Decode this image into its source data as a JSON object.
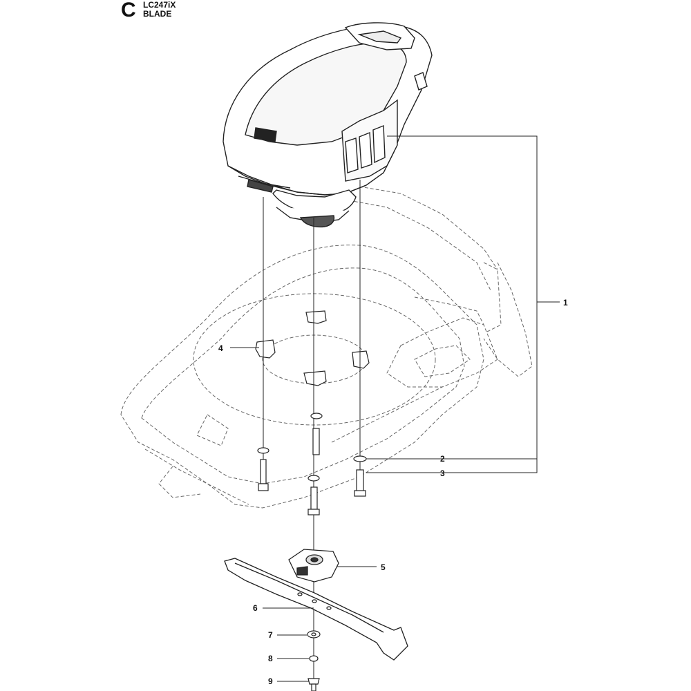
{
  "header": {
    "section_letter": "C",
    "model": "LC247iX",
    "title": "BLADE"
  },
  "callouts": [
    {
      "id": "1",
      "text": "1"
    },
    {
      "id": "2",
      "text": "2"
    },
    {
      "id": "3",
      "text": "3"
    },
    {
      "id": "4",
      "text": "4"
    },
    {
      "id": "5",
      "text": "5"
    },
    {
      "id": "6",
      "text": "6"
    },
    {
      "id": "7",
      "text": "7"
    },
    {
      "id": "8",
      "text": "8"
    },
    {
      "id": "9",
      "text": "9"
    }
  ]
}
